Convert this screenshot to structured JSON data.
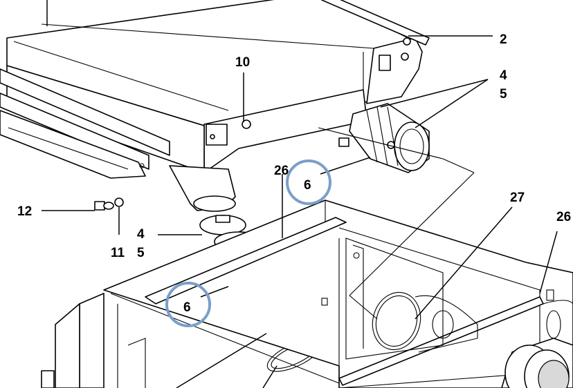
{
  "part_labels": {
    "l2": "2",
    "l4a": "4",
    "l5a": "5",
    "l10": "10",
    "l12": "12",
    "l4b": "4",
    "l5b": "5",
    "l11": "11",
    "l26a": "26",
    "l26b": "26",
    "l27": "27"
  },
  "callouts": {
    "c6a": "6",
    "c6b": "6"
  },
  "colors": {
    "callout_circle": "#7a9fc9",
    "line": "#000000",
    "background": "#ffffff"
  }
}
